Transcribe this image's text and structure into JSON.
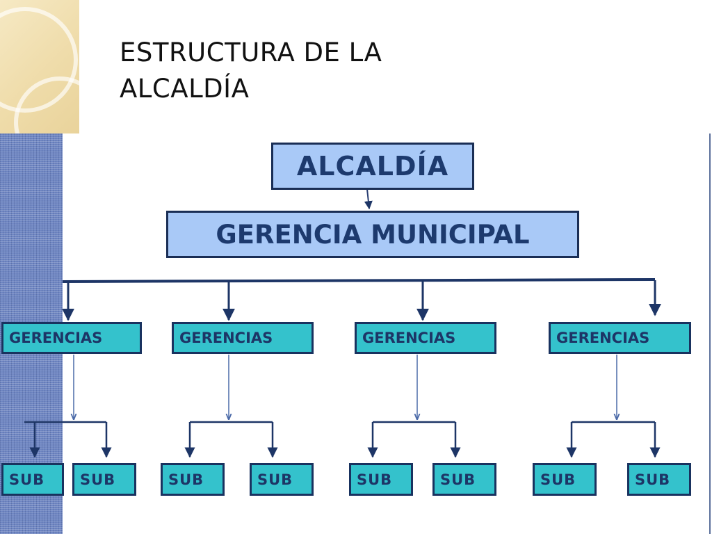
{
  "title": {
    "line1": "ESTRUCTURA DE LA",
    "line2": "ALCALDÍA"
  },
  "org_chart": {
    "top": "ALCALDÍA",
    "level2": "GERENCIA MUNICIPAL",
    "gerencias": [
      "GERENCIAS",
      "GERENCIAS",
      "GERENCIAS",
      "GERENCIAS"
    ],
    "subs": [
      "SUB",
      "SUB",
      "SUB",
      "SUB",
      "SUB",
      "SUB",
      "SUB",
      "SUB"
    ]
  },
  "colors": {
    "top_box_fill": "#a9c9f7",
    "gerencia_fill": "#34c2cc",
    "border": "#19325f",
    "text": "#1d3566",
    "connector": "#2a3f73"
  }
}
